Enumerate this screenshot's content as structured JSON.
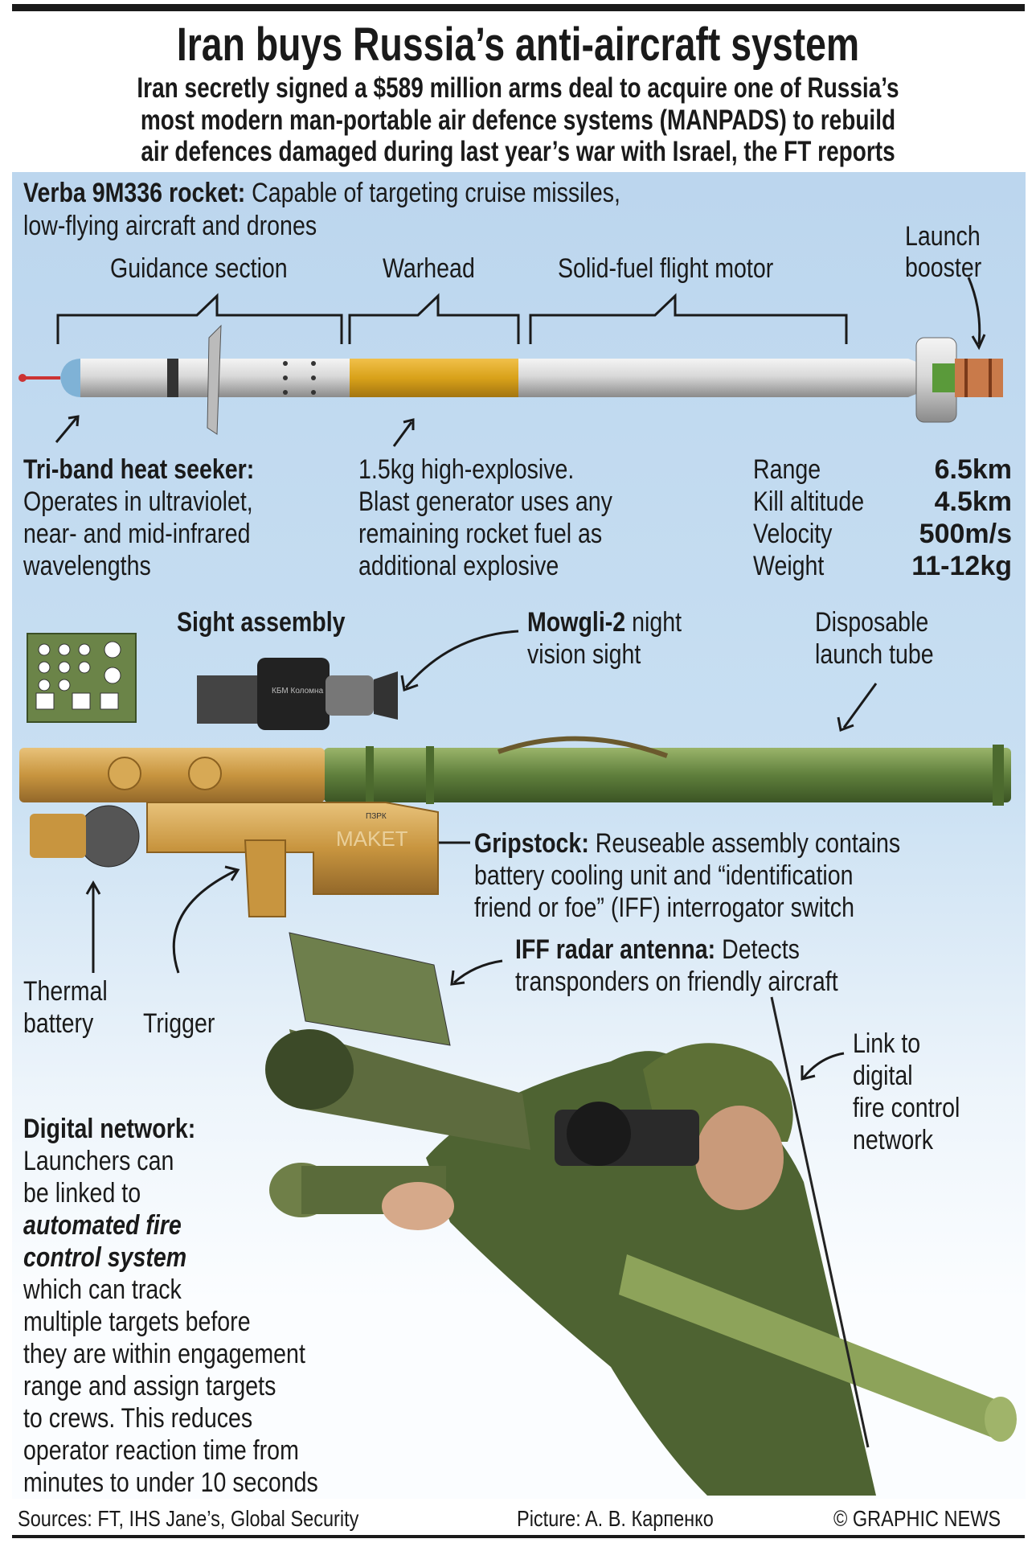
{
  "title": "Iran buys Russia’s anti-aircraft system",
  "subtitle": [
    "Iran secretly signed a $589 million arms deal to acquire one of Russia’s",
    "most modern man-portable air defence systems (MANPADS) to rebuild",
    "air defences damaged during last year’s war with Israel, the FT reports"
  ],
  "rocket": {
    "name": "Verba 9M336 rocket:",
    "desc_1": "Capable of targeting cruise missiles,",
    "desc_2": "low-flying aircraft and drones",
    "sections": {
      "guidance": "Guidance section",
      "warhead": "Warhead",
      "motor": "Solid-fuel flight motor",
      "booster_1": "Launch",
      "booster_2": "booster"
    }
  },
  "seeker": {
    "title": "Tri-band heat seeker:",
    "lines": [
      "Operates in ultraviolet,",
      "near- and mid-infrared",
      "wavelengths"
    ]
  },
  "warhead_desc": {
    "lines": [
      "1.5kg high-explosive.",
      "Blast generator uses any",
      "remaining rocket fuel as",
      "additional explosive"
    ]
  },
  "specs": [
    {
      "label": "Range",
      "value": "6.5km"
    },
    {
      "label": "Kill altitude",
      "value": "4.5km"
    },
    {
      "label": "Velocity",
      "value": "500m/s"
    },
    {
      "label": "Weight",
      "value": "11-12kg"
    }
  ],
  "launcher": {
    "sight": "Sight assembly",
    "mowgli_b": "Mowgli-2",
    "mowgli_1": "night",
    "mowgli_2": "vision sight",
    "tube_1": "Disposable",
    "tube_2": "launch tube",
    "grip_title": "Gripstock:",
    "grip_1": "Reuseable assembly contains",
    "grip_2": "battery cooling unit and “identification",
    "grip_3": "friend or foe” (IFF) interrogator switch",
    "battery_1": "Thermal",
    "battery_2": "battery",
    "trigger": "Trigger",
    "maket": "MAKET",
    "sight_mark": "КБМ Коломна",
    "grip_mark": "ПЗРК"
  },
  "iff": {
    "title": "IFF radar antenna:",
    "line_1": "Detects",
    "line_2": "transponders on friendly aircraft"
  },
  "link": [
    "Link to",
    "digital",
    "fire control",
    "network"
  ],
  "network": {
    "title": "Digital network:",
    "lines_a": [
      "Launchers can",
      "be linked to"
    ],
    "italic": [
      "automated fire",
      "control system"
    ],
    "lines_b": [
      "which can track",
      "multiple targets before",
      "they are within engagement",
      "range and assign targets",
      "to crews. This reduces",
      "operator reaction time from",
      "minutes to under 10 seconds"
    ]
  },
  "footer": {
    "sources": "Sources: FT, IHS Jane’s, Global Security",
    "picture": "Picture: A. B. Карпенко",
    "credit": "© GRAPHIC NEWS"
  },
  "colors": {
    "panel": "#bcd6ee",
    "warhead": "#d9a21a",
    "tube": "#5f7f3c",
    "gripstock": "#c8953f"
  }
}
